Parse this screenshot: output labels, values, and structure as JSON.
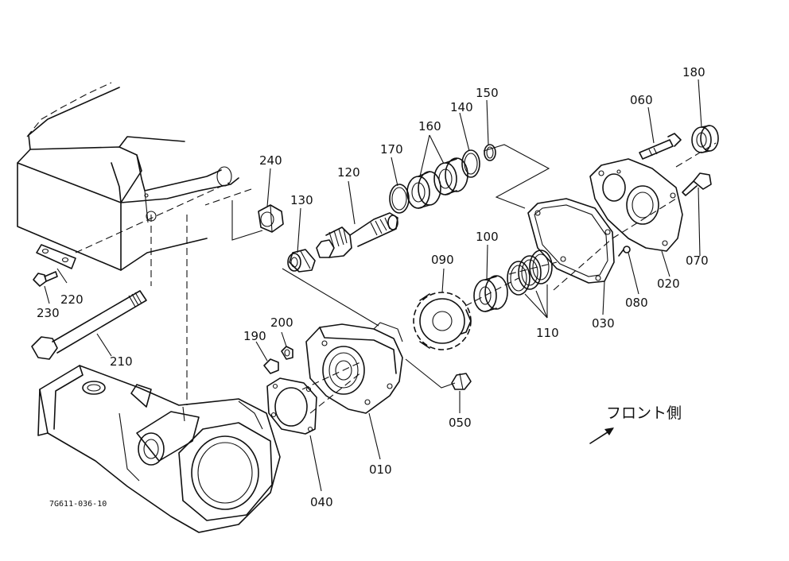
{
  "diagram": {
    "reference_code": "7G611-036-10",
    "direction_note": "フロント側",
    "part_numbers": {
      "p010": "010",
      "p020": "020",
      "p030": "030",
      "p040": "040",
      "p050": "050",
      "p060": "060",
      "p070": "070",
      "p080": "080",
      "p090": "090",
      "p100": "100",
      "p110": "110",
      "p120": "120",
      "p130": "130",
      "p140": "140",
      "p150": "150",
      "p160": "160",
      "p170": "170",
      "p180": "180",
      "p190": "190",
      "p200": "200",
      "p210": "210",
      "p220": "220",
      "p230": "230",
      "p240": "240"
    }
  }
}
